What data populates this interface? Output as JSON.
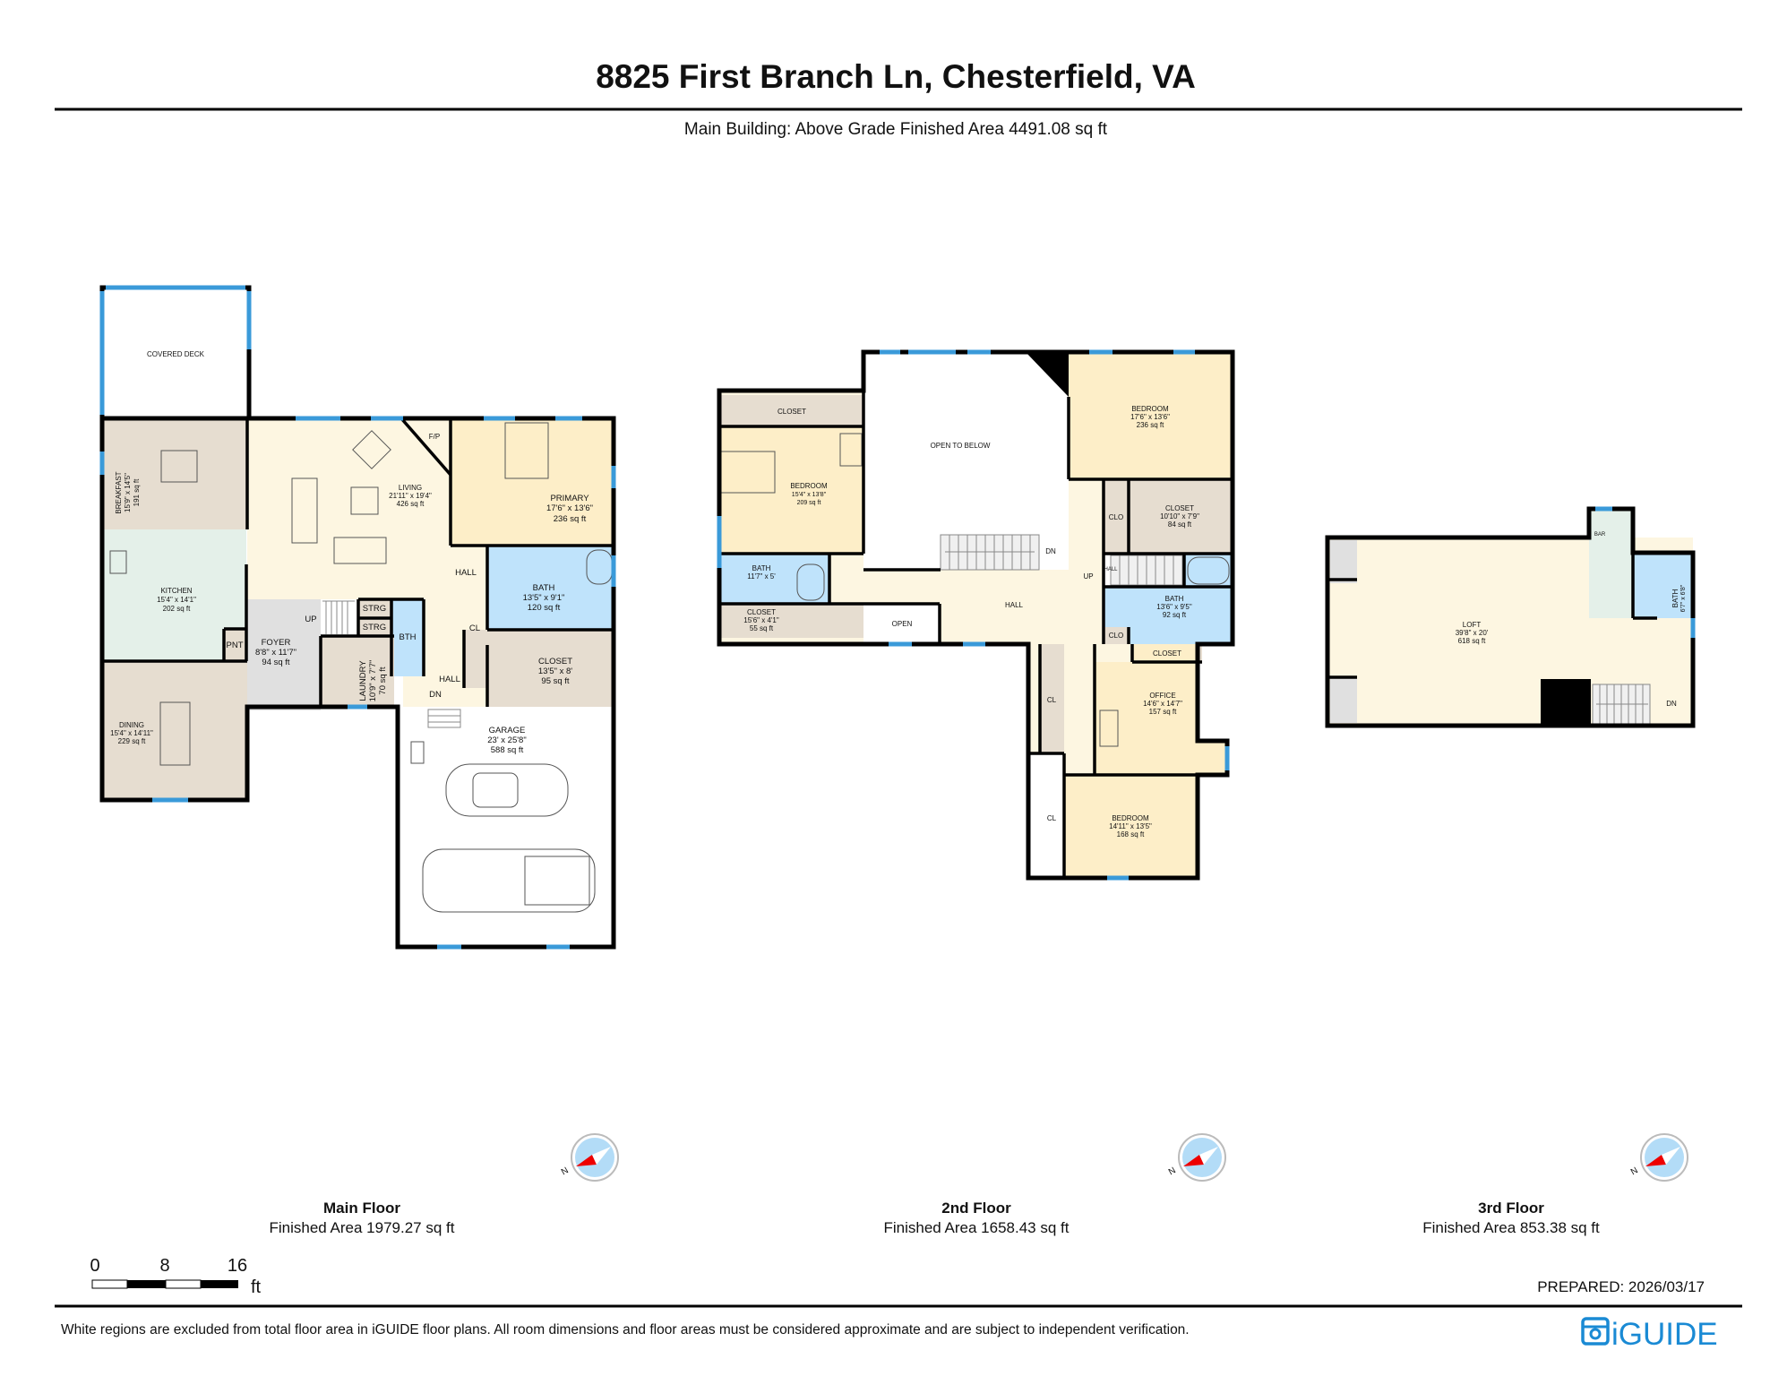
{
  "header": {
    "title": "8825 First Branch Ln, Chesterfield, VA",
    "subtitle": "Main Building: Above Grade Finished Area 4491.08 sq ft"
  },
  "colors": {
    "living": "#fdf6e1",
    "bedroom": "#fdeec8",
    "bath": "#bfe3fb",
    "closet": "#e6ddd0",
    "kitchen": "#e4f0e9",
    "foyer": "#e0e0e0",
    "window": "#3a9ad9",
    "brand": "#1a8ad4"
  },
  "main_floor": {
    "label": "Main Floor",
    "area": "Finished Area 1979.27 sq ft",
    "rooms": {
      "deck": {
        "name": "COVERED DECK"
      },
      "breakfast": {
        "name": "BREAKFAST",
        "dims": "15'9\" x 14'5\"",
        "area": "191 sq ft"
      },
      "kitchen": {
        "name": "KITCHEN",
        "dims": "15'4\" x 14'1\"",
        "area": "202 sq ft"
      },
      "dining": {
        "name": "DINING",
        "dims": "15'4\" x 14'11\"",
        "area": "229 sq ft"
      },
      "living": {
        "name": "LIVING",
        "dims": "21'11\" x 19'4\"",
        "area": "426 sq ft"
      },
      "fp": {
        "name": "F/P"
      },
      "primary": {
        "name": "PRIMARY",
        "dims": "17'6\" x 13'6\"",
        "area": "236 sq ft"
      },
      "hall": {
        "name": "HALL"
      },
      "bath": {
        "name": "BATH",
        "dims": "13'5\" x 9'1\"",
        "area": "120 sq ft"
      },
      "cl": {
        "name": "CL"
      },
      "closet": {
        "name": "CLOSET",
        "dims": "13'5\" x 8'",
        "area": "95 sq ft"
      },
      "pnt": {
        "name": "PNT"
      },
      "foyer": {
        "name": "FOYER",
        "dims": "8'8\" x 11'7\"",
        "area": "94 sq ft"
      },
      "up": {
        "name": "UP"
      },
      "strg1": {
        "name": "STRG"
      },
      "strg2": {
        "name": "STRG"
      },
      "bth": {
        "name": "BTH"
      },
      "laundry": {
        "name": "LAUNDRY",
        "dims": "10'9\" x 7'7\"",
        "area": "70 sq ft"
      },
      "hall2": {
        "name": "HALL"
      },
      "dn": {
        "name": "DN"
      },
      "garage": {
        "name": "GARAGE",
        "dims": "23' x 25'8\"",
        "area": "588 sq ft"
      }
    }
  },
  "second_floor": {
    "label": "2nd Floor",
    "area": "Finished Area 1658.43 sq ft",
    "rooms": {
      "closet_top": {
        "name": "CLOSET"
      },
      "bedroom_left": {
        "name": "BEDROOM",
        "dims": "15'4\" x 13'8\"",
        "area": "209 sq ft"
      },
      "open_below": {
        "name": "OPEN TO BELOW"
      },
      "bedroom_right": {
        "name": "BEDROOM",
        "dims": "17'6\" x 13'6\"",
        "area": "236 sq ft"
      },
      "dn": {
        "name": "DN"
      },
      "up": {
        "name": "UP"
      },
      "hall_small": {
        "name": "HALL"
      },
      "hall": {
        "name": "HALL"
      },
      "clo1": {
        "name": "CLO"
      },
      "closet84": {
        "name": "CLOSET",
        "dims": "10'10\" x 7'9\"",
        "area": "84 sq ft"
      },
      "bath_left": {
        "name": "BATH",
        "dims": "11'7\" x 5'"
      },
      "closet55": {
        "name": "CLOSET",
        "dims": "15'6\" x 4'1\"",
        "area": "55 sq ft"
      },
      "open": {
        "name": "OPEN"
      },
      "bath_right": {
        "name": "BATH",
        "dims": "13'6\" x 9'5\"",
        "area": "92 sq ft"
      },
      "clo2": {
        "name": "CLO"
      },
      "closet_office": {
        "name": "CLOSET"
      },
      "office": {
        "name": "OFFICE",
        "dims": "14'6\" x 14'7\"",
        "area": "157 sq ft"
      },
      "cl1": {
        "name": "CL"
      },
      "cl2": {
        "name": "CL"
      },
      "bedroom_bottom": {
        "name": "BEDROOM",
        "dims": "14'11\" x 13'5\"",
        "area": "168 sq ft"
      }
    }
  },
  "third_floor": {
    "label": "3rd Floor",
    "area": "Finished Area 853.38 sq ft",
    "rooms": {
      "loft": {
        "name": "LOFT",
        "dims": "39'8\" x 20'",
        "area": "618 sq ft"
      },
      "bar": {
        "name": "BAR"
      },
      "bath": {
        "name": "BATH",
        "dims": "6'7\" x 6'8\""
      },
      "dn": {
        "name": "DN"
      }
    }
  },
  "compass": {
    "north_label": "N",
    "icon": "compass-icon"
  },
  "scale_bar": {
    "ticks": [
      "0",
      "8",
      "16"
    ],
    "unit": "ft"
  },
  "prepared": "PREPARED: 2026/03/17",
  "disclaimer": "White regions are excluded from total floor area in iGUIDE floor plans. All room dimensions and floor areas must be considered approximate and are subject to independent verification.",
  "logo": {
    "text": "iGUIDE"
  }
}
